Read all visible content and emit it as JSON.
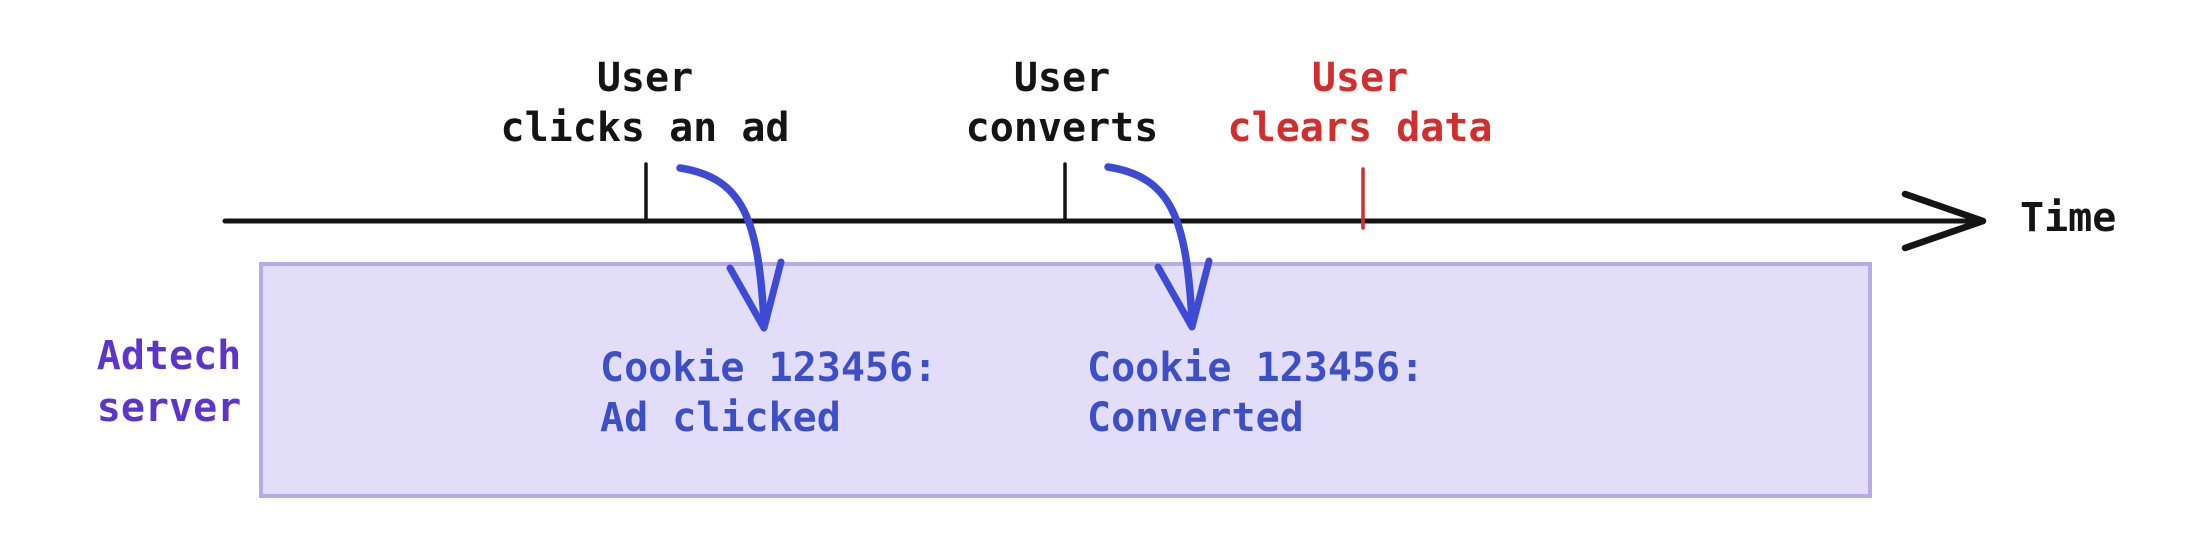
{
  "colors": {
    "black": "#141414",
    "red": "#d22e2e",
    "purple": "#5e35cc",
    "blue_text": "#3c4fc6",
    "blue_arrow": "#3c4ad4",
    "box_fill": "#e2ddf8",
    "box_border": "#b6abe8"
  },
  "timeline": {
    "axis_label": "Time",
    "events": [
      {
        "label": "User\nclicks an ad",
        "color": "#141414"
      },
      {
        "label": "User\nconverts",
        "color": "#141414"
      },
      {
        "label": "User\nclears data",
        "color": "#d22e2e"
      }
    ]
  },
  "server": {
    "label": "Adtech\nserver",
    "records": [
      {
        "text": "Cookie 123456:\nAd clicked"
      },
      {
        "text": "Cookie 123456:\nConverted"
      }
    ]
  }
}
